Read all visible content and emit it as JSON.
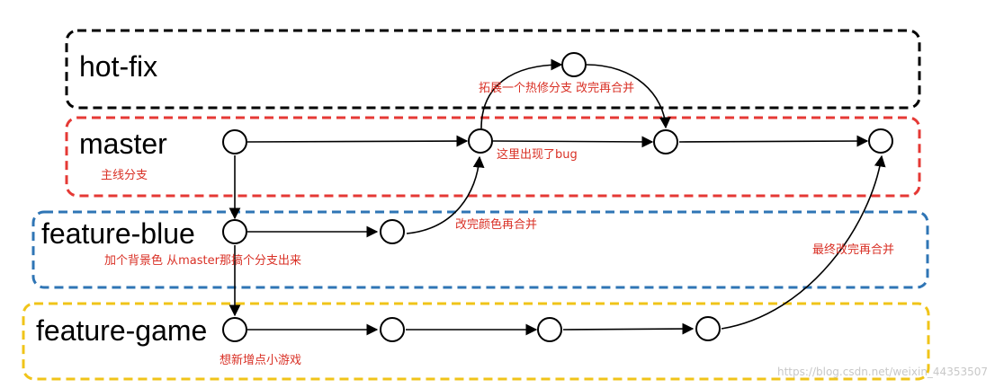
{
  "lanes": [
    {
      "label": "hot-fix",
      "color": "#000000"
    },
    {
      "label": "master",
      "color": "#e53935"
    },
    {
      "label": "feature-blue",
      "color": "#2f75b5"
    },
    {
      "label": "feature-game",
      "color": "#f0c419"
    }
  ],
  "notes": {
    "hotfix": "拓展一个热修分支 改完再合并",
    "master_main": "主线分支",
    "master_bug": "这里出现了bug",
    "blue_merge": "改完颜色再合并",
    "blue_branch": "加个背景色 从master那搞个分支出来",
    "final_merge": "最终改完再合并",
    "game_new": "想新增点小游戏"
  },
  "watermark": "https://blog.csdn.net/weixin_44353507",
  "colors": {
    "note_text": "#d93025",
    "commit_fill": "#ffffff",
    "edge": "#000000"
  }
}
